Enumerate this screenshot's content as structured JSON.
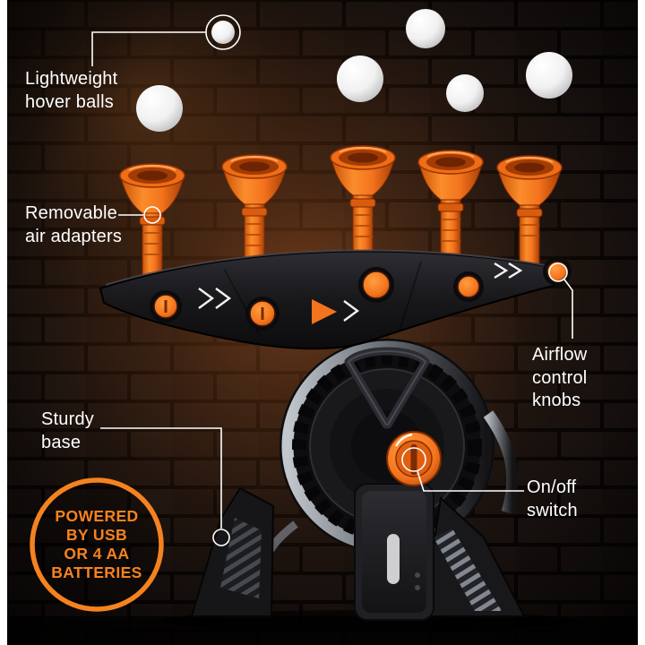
{
  "scene": {
    "description": "Hover-ball shooting target toy on a dark brick wall, annotated product infographic"
  },
  "labels": {
    "hover_balls": "Lightweight\nhover balls",
    "air_adapters": "Removable\nair adapters",
    "airflow_knobs": "Airflow\ncontrol\nknobs",
    "sturdy_base": "Sturdy\nbase",
    "on_off_switch": "On/off\nswitch"
  },
  "badge": {
    "text": "POWERED\nBY USB\nOR 4 AA\nBATTERIES"
  },
  "colors": {
    "accent_orange": "#f4731d",
    "badge_orange": "#f58220",
    "label_white": "#ffffff",
    "wall_dark": "#120d0b"
  },
  "counts": {
    "hover_balls_visible": 6,
    "target_funnels": 5
  }
}
